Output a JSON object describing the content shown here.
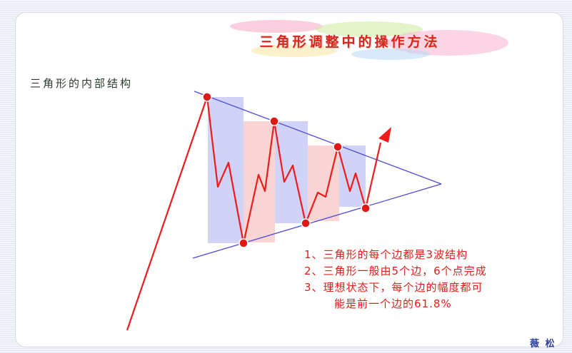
{
  "title": "三角形调整中的操作方法",
  "subtitle": "三角形的内部结构",
  "notes": [
    "1、三角形的每个边都是3波结构",
    "2、三角形一般由5个边，6个点完成",
    "3、理想状态下，每个边的幅度都可",
    "能是前一个边的61.8%"
  ],
  "signature": "薇 松",
  "colors": {
    "title_red": "#d9261c",
    "wave_red": "#ee1c1c",
    "trendline_blue": "#4a4adf",
    "box_blue": "#c9caf7",
    "box_pink": "#f7cccc"
  }
}
